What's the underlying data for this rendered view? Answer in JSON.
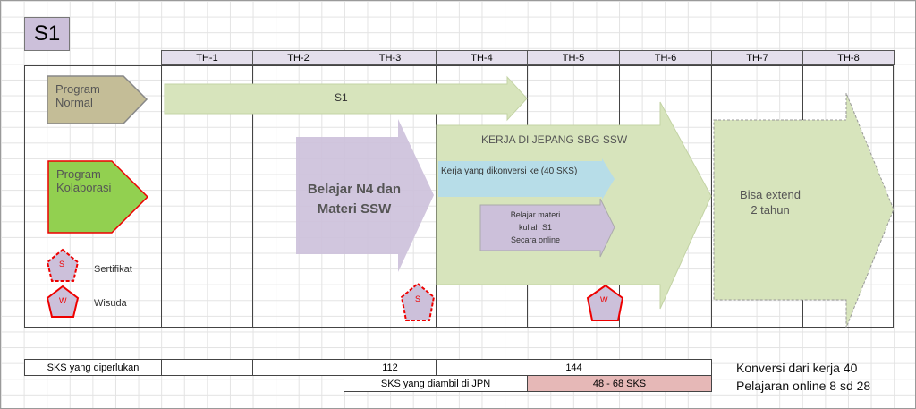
{
  "title": "S1",
  "years": [
    "TH-1",
    "TH-2",
    "TH-3",
    "TH-4",
    "TH-5",
    "TH-6",
    "TH-7",
    "TH-8"
  ],
  "legend": {
    "normal": [
      "Program",
      "Normal"
    ],
    "kolaborasi": [
      "Program",
      "Kolaborasi"
    ],
    "sertifikat": "Sertifikat",
    "wisuda": "Wisuda",
    "s_letter": "S",
    "w_letter": "W"
  },
  "arrows": {
    "s1": "S1",
    "belajar": [
      "Belajar N4 dan",
      "Materi SSW"
    ],
    "kerja": "KERJA DI JEPANG SBG SSW",
    "konversi": "Kerja yang dikonversi ke (40 SKS)",
    "online": [
      "Belajar materi",
      "kuliah S1",
      "Secara online"
    ],
    "extend": [
      "Bisa extend",
      "2 tahun"
    ]
  },
  "table": {
    "row1_label": "SKS yang diperlukan",
    "v112": "112",
    "v144": "144",
    "row2_label": "SKS yang diambil di JPN",
    "range": "48 - 68 SKS"
  },
  "notes": [
    "Konversi dari kerja 40",
    "Pelajaran online 8 sd 28"
  ],
  "colors": {
    "normal": "#c4bd97",
    "kolab": "#92d050",
    "purple": "#ccc0da",
    "green": "#d7e4bc",
    "blue": "#b7dde8",
    "pink": "#e6b8b7"
  }
}
